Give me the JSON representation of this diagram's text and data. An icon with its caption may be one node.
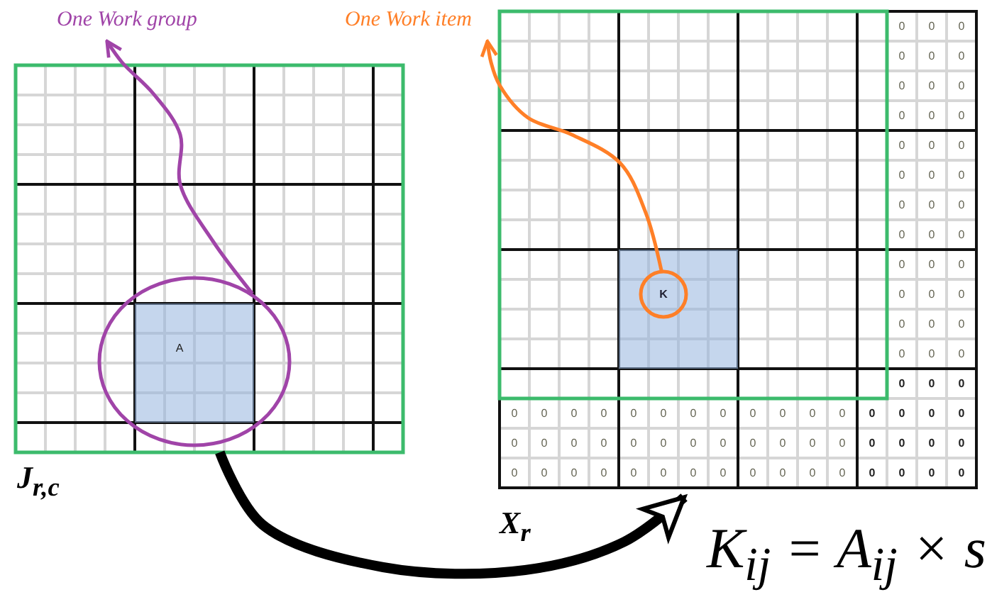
{
  "diagram": {
    "nodes": [
      {
        "text": [
          "One Work group"
        ]
      },
      {
        "text": [
          "One Work item"
        ]
      },
      {
        "text": [],
        "shape": "box",
        "beside": [
          "J$_{r,c}$"
        ]
      },
      {
        "text": [],
        "shape": "circle",
        "in": 2
      },
      {
        "text": [
          "A"
        ],
        "in": 3
      },
      {
        "text": [],
        "shape": "box",
        "beside": [
          "X$_{r}$"
        ]
      },
      {
        "text": [],
        "shape": "box",
        "in": 5
      },
      {
        "text": [
          "K"
        ],
        "in": 6
      }
    ],
    "edges": [
      {
        "from": 3,
        "to": 0,
        "arrow": "to",
        "color": "#a044a8"
      },
      {
        "from": 7,
        "to": 1,
        "arrow": "to",
        "color": "#ff7f27"
      },
      {
        "from": 2,
        "to": 5,
        "arrow": "to",
        "style": "thick",
        "color": "#000000"
      }
    ],
    "labels": [
      "0",
      "0",
      "0",
      "0",
      "0",
      "0",
      "0",
      "0",
      "0",
      "0",
      "0",
      "0",
      "0",
      "0",
      "0",
      "0",
      "0",
      "0",
      "0",
      "0",
      "0",
      "0",
      "0",
      "0",
      "0",
      "0",
      "0",
      "0",
      "0",
      "0",
      "0",
      "0",
      "0",
      "0",
      "0",
      "0",
      "0",
      "0",
      "0",
      "0",
      "0",
      "0",
      "0",
      "0",
      "0",
      "0",
      "0",
      "0",
      "0",
      "0",
      "0",
      "0",
      "0",
      "0",
      "0",
      "0",
      "0",
      "0",
      "0",
      "0",
      "0",
      "0",
      "0",
      "0",
      "0",
      "0",
      "0",
      "0",
      "0",
      "0",
      "0",
      "0",
      "0",
      "0",
      "0",
      "0",
      "0",
      "0",
      "0",
      "0",
      "0",
      "0",
      "0",
      "0",
      "0",
      "0",
      "0",
      "K$_{ij}$ = A$_{ij}$ × s"
    ]
  }
}
